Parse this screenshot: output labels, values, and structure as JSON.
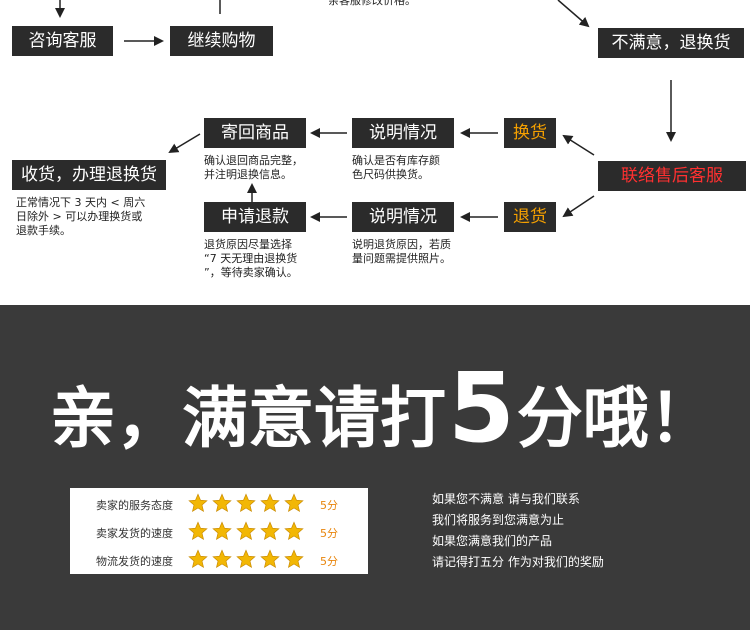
{
  "flow": {
    "top_cut_text": "亲客服修改价格。",
    "boxes": {
      "consult": "咨询客服",
      "continue_shopping": "继续购物",
      "unsatisfied": "不满意，退换货",
      "contact_aftersale": "联络售后客服",
      "exchange": "换货",
      "refund": "退货",
      "explain_exchange": "说明情况",
      "explain_refund": "说明情况",
      "send_back": "寄回商品",
      "apply_refund": "申请退款",
      "receive": "收货，办理退换货"
    },
    "notes": {
      "send_back": [
        "确认退回商品完整，",
        "并注明退换信息。"
      ],
      "explain_exchange": [
        "确认是否有库存颜",
        "色尺码供换货。"
      ],
      "apply_refund": [
        "退货原因尽量选择",
        "“7 天无理由退换货",
        "”，等待卖家确认。"
      ],
      "explain_refund": [
        "说明退货原因，若质",
        "量问题需提供照片。"
      ],
      "receive": [
        "正常情况下 3 天内 < 周六",
        "日除外 > 可以办理换货或",
        "退款手续。"
      ]
    }
  },
  "banner": {
    "part1": "亲，满意请打",
    "number": "5",
    "part2": "分哦！"
  },
  "ratings": [
    {
      "label": "卖家的服务态度",
      "stars": 5,
      "score": "5分"
    },
    {
      "label": "卖家发货的速度",
      "stars": 5,
      "score": "5分"
    },
    {
      "label": "物流发货的速度",
      "stars": 5,
      "score": "5分"
    }
  ],
  "message": [
    "如果您不满意 请与我们联系",
    "我们将服务到您满意为止",
    "如果您满意我们的产品",
    "请记得打五分 作为对我们的奖励"
  ],
  "colors": {
    "box_bg": "#2b2b2b",
    "exchange_text": "#f5a000",
    "refund_text": "#f5a000",
    "aftersale_text": "#ff3030",
    "bottom_bg": "#3a3a3a",
    "star": "#f2b705",
    "score": "#e8850c"
  }
}
